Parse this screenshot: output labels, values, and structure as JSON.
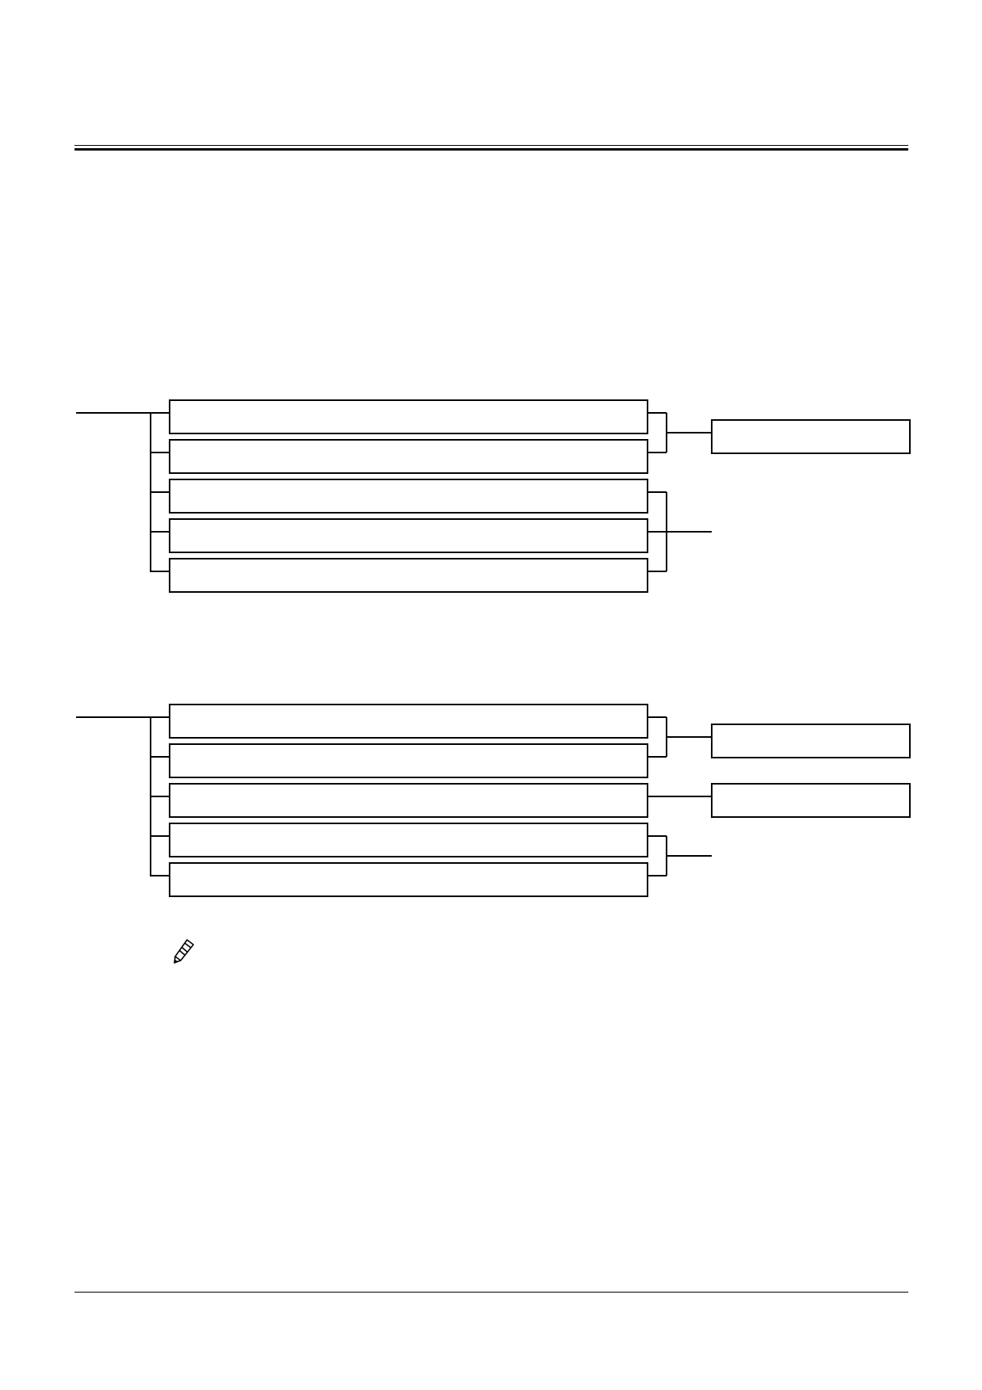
{
  "page": {
    "header_text": "",
    "footer_text": "",
    "page_number": ""
  },
  "diagrams": [
    {
      "name": "diagram-1",
      "rows": [
        "",
        "",
        "",
        "",
        ""
      ],
      "outputs": [
        ""
      ],
      "groups": [
        [
          0,
          1
        ],
        [
          2,
          3,
          4
        ]
      ]
    },
    {
      "name": "diagram-2",
      "rows": [
        "",
        "",
        "",
        "",
        ""
      ],
      "outputs": [
        "",
        ""
      ],
      "groups": [
        [
          0,
          1
        ],
        [
          2
        ],
        [
          3,
          4
        ]
      ]
    }
  ],
  "note": {
    "icon": "pencil-icon",
    "text": ""
  },
  "colors": {
    "line": "#000000",
    "background": "#ffffff"
  }
}
